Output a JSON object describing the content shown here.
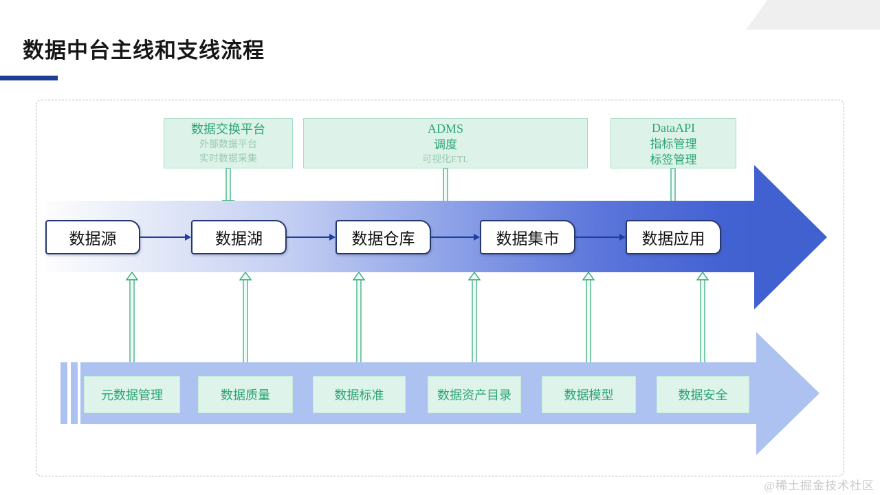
{
  "slide": {
    "title": "数据中台主线和支线流程",
    "watermark": "@稀土掘金技术社区"
  },
  "colors": {
    "title_accent_bar": "#1d3e96",
    "main_arrow_blue": "#4161d0",
    "support_arrow_blue": "#adc2f0",
    "stage_box_border": "#25386d",
    "green_strong": "#2aa573",
    "green_muted": "#96c9b1",
    "green_box_fill": "#ddf3e9",
    "connector_green": "#2fa877",
    "connector_blue": "#1e3d9c"
  },
  "main_flow": {
    "stages": [
      "数据源",
      "数据湖",
      "数据仓库",
      "数据集市",
      "数据应用"
    ]
  },
  "support_top": [
    {
      "line1": "数据交换平台",
      "line2": "外部数据平台",
      "line3": "实时数据采集"
    },
    {
      "line1": "ADMS",
      "line2": "调度",
      "line3": "可视化ETL"
    },
    {
      "line1": "DataAPI",
      "line2": "指标管理",
      "line3": "标签管理"
    }
  ],
  "support_bottom": [
    "元数据管理",
    "数据质量",
    "数据标准",
    "数据资产目录",
    "数据模型",
    "数据安全"
  ]
}
